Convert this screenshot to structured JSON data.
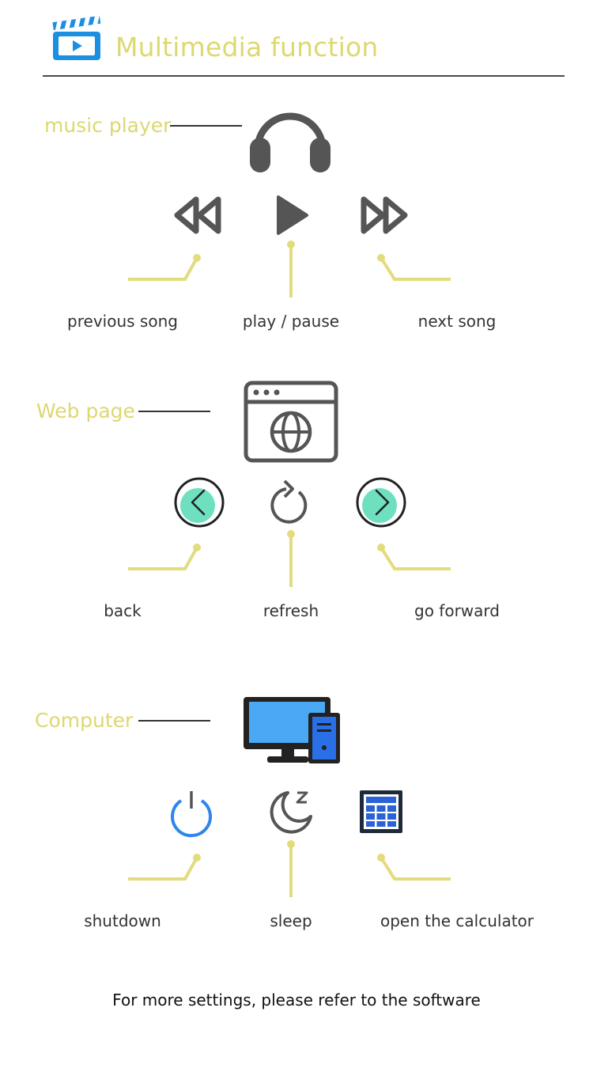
{
  "header": {
    "title": "Multimedia function",
    "icon": "clapperboard-video-icon"
  },
  "colors": {
    "label_yellow": "#ddd870",
    "connector_yellow": "#e2dc7c",
    "icon_gray": "#555555",
    "accent_teal": "#6ee0c0",
    "accent_blue": "#2f86ea"
  },
  "sections": {
    "music": {
      "label": "music player",
      "icon": "headphones-icon",
      "items": [
        {
          "icon": "rewind-icon",
          "caption": "previous song"
        },
        {
          "icon": "play-icon",
          "caption": "play / pause"
        },
        {
          "icon": "fast-forward-icon",
          "caption": "next song"
        }
      ]
    },
    "web": {
      "label": "Web page",
      "icon": "browser-globe-icon",
      "items": [
        {
          "icon": "back-arrow-icon",
          "caption": "back"
        },
        {
          "icon": "refresh-icon",
          "caption": "refresh"
        },
        {
          "icon": "forward-arrow-icon",
          "caption": "go forward"
        }
      ]
    },
    "computer": {
      "label": "Computer",
      "icon": "desktop-computer-icon",
      "items": [
        {
          "icon": "power-icon",
          "caption": "shutdown"
        },
        {
          "icon": "moon-sleep-icon",
          "caption": "sleep"
        },
        {
          "icon": "calculator-icon",
          "caption": "open the calculator"
        }
      ]
    }
  },
  "footer": {
    "text": "For more settings, please refer to the software"
  }
}
